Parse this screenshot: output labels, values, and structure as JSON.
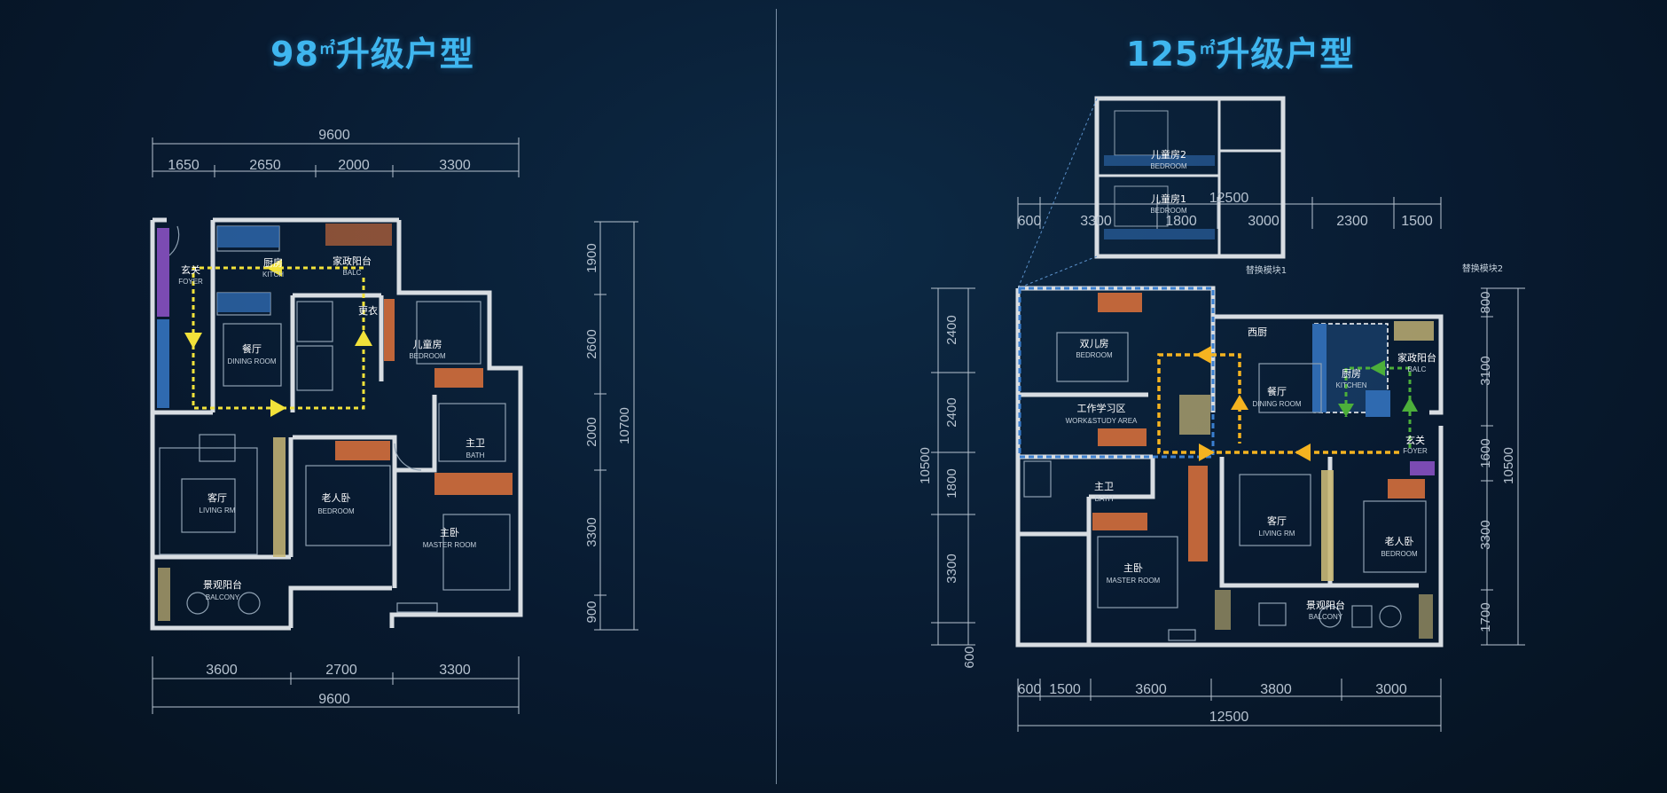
{
  "left_plan": {
    "title_main": "98",
    "title_unit": "㎡",
    "title_suffix": "升级户型",
    "dims_top_total": "9600",
    "dims_top": [
      "1650",
      "2650",
      "2000",
      "3300"
    ],
    "dims_bottom": [
      "3600",
      "2700",
      "3300"
    ],
    "dims_bottom_total": "9600",
    "dims_right": [
      "1900",
      "2600",
      "2000",
      "3300",
      "900"
    ],
    "dims_right_total": "10700",
    "rooms": {
      "foyer": {
        "cn": "玄关",
        "en": "FOYER"
      },
      "kitchen": {
        "cn": "厨房",
        "en": "KITCH"
      },
      "laundry": {
        "cn": "家政阳台",
        "en": "BALC"
      },
      "cloak": {
        "cn": "更衣",
        "en": ""
      },
      "dining": {
        "cn": "餐厅",
        "en": "DINING ROOM"
      },
      "children": {
        "cn": "儿童房",
        "en": "BEDROOM"
      },
      "bath": {
        "cn": "主卫",
        "en": "BATH"
      },
      "living": {
        "cn": "客厅",
        "en": "LIVING RM"
      },
      "elder": {
        "cn": "老人卧",
        "en": "BEDROOM"
      },
      "master": {
        "cn": "主卧",
        "en": "MASTER ROOM"
      },
      "balcony": {
        "cn": "景观阳台",
        "en": "BALCONY"
      }
    }
  },
  "right_plan": {
    "title_main": "125",
    "title_unit": "㎡",
    "title_suffix": "升级户型",
    "dims_top": [
      "600",
      "3300",
      "1800",
      "3000",
      "2300",
      "1500"
    ],
    "dims_top_total": "12500",
    "dims_bottom": [
      "600",
      "1500",
      "3600",
      "3800",
      "3000"
    ],
    "dims_bottom_total": "12500",
    "dims_left": [
      "2400",
      "2400",
      "1800",
      "3300",
      "600"
    ],
    "dims_left_total": "10500",
    "dims_right": [
      "800",
      "3100",
      "1600",
      "3300",
      "1700"
    ],
    "dims_right_total": "10500",
    "module1_label": "替换模块1",
    "module2_label": "替换模块2",
    "rooms": {
      "child2": {
        "cn": "儿童房2",
        "en": "BEDROOM"
      },
      "child1": {
        "cn": "儿童房1",
        "en": "BEDROOM"
      },
      "double_child": {
        "cn": "双儿房",
        "en": "BEDROOM"
      },
      "study": {
        "cn": "工作学习区",
        "en": "WORK&STUDY AREA"
      },
      "west_kitchen": {
        "cn": "西厨",
        "en": ""
      },
      "dining": {
        "cn": "餐厅",
        "en": "DINING ROOM"
      },
      "kitchen": {
        "cn": "厨房",
        "en": "KITCHEN"
      },
      "laundry": {
        "cn": "家政阳台",
        "en": "BALC"
      },
      "foyer": {
        "cn": "玄关",
        "en": "FOYER"
      },
      "bath": {
        "cn": "主卫",
        "en": "BATH"
      },
      "living": {
        "cn": "客厅",
        "en": "LIVING RM"
      },
      "elder": {
        "cn": "老人卧",
        "en": "BEDROOM"
      },
      "master": {
        "cn": "主卧",
        "en": "MASTER ROOM"
      },
      "balcony": {
        "cn": "景观阳台",
        "en": "BALCONY"
      }
    }
  },
  "colors": {
    "title": "#3fb6ef",
    "wall": "#d8dde2",
    "flow_yellow": "#f2e23a",
    "flow_orange": "#f5b320",
    "flow_green": "#4caf3a",
    "module_blue": "#3a7fd0",
    "wardrobe": "#c0663a",
    "purple": "#7b4bb3"
  }
}
